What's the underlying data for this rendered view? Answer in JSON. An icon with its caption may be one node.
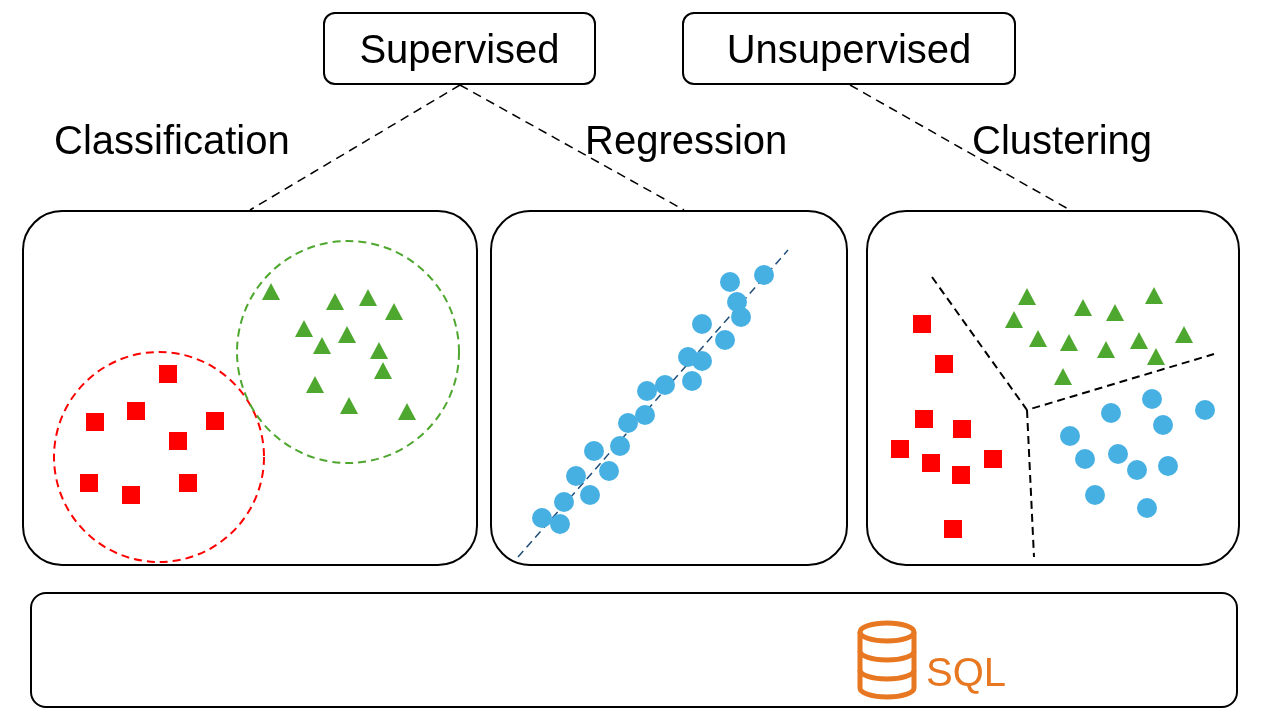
{
  "diagram": {
    "nodes": [
      {
        "text": [
          "Supervised"
        ]
      },
      {
        "text": [
          "Unsupervised"
        ]
      },
      {
        "text": [],
        "shape": "box"
      },
      {
        "text": [],
        "shape": "box"
      },
      {
        "text": [],
        "shape": "box"
      }
    ],
    "edges": [
      {
        "from": 0,
        "to": 2,
        "arrow": "none",
        "style": "dashed"
      },
      {
        "from": 0,
        "to": 3,
        "arrow": "none",
        "style": "dashed"
      },
      {
        "from": 1,
        "to": 4,
        "arrow": "none",
        "style": "dashed"
      }
    ],
    "labels": [
      "Classification",
      "Regression",
      "Clustering",
      "SQL"
    ]
  }
}
